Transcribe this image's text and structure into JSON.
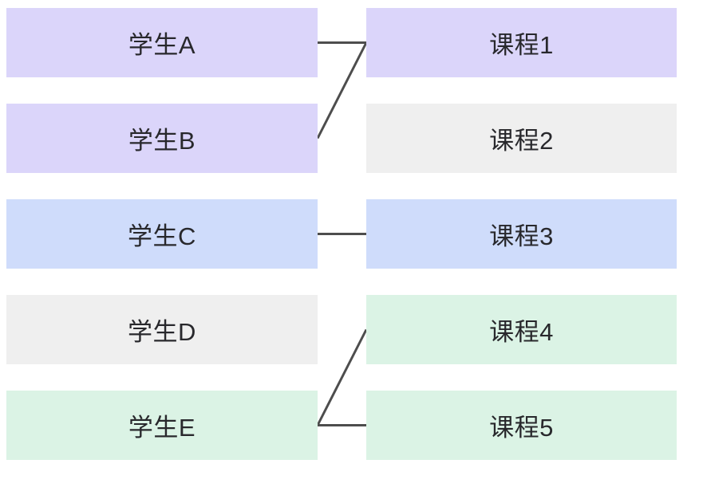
{
  "diagram": {
    "title": "students-courses-bipartite-matching",
    "text_color": "#28282c",
    "edge_color": "#4d4d4d",
    "left_column": [
      {
        "id": "studentA",
        "label": "学生A",
        "color": "#dbd5fa"
      },
      {
        "id": "studentB",
        "label": "学生B",
        "color": "#dbd5fa"
      },
      {
        "id": "studentC",
        "label": "学生C",
        "color": "#cfdcfb"
      },
      {
        "id": "studentD",
        "label": "学生D",
        "color": "#efefef"
      },
      {
        "id": "studentE",
        "label": "学生E",
        "color": "#dbf3e5"
      }
    ],
    "right_column": [
      {
        "id": "course1",
        "label": "课程1",
        "color": "#dbd5fa"
      },
      {
        "id": "course2",
        "label": "课程2",
        "color": "#efefef"
      },
      {
        "id": "course3",
        "label": "课程3",
        "color": "#cfdcfb"
      },
      {
        "id": "course4",
        "label": "课程4",
        "color": "#dbf3e5"
      },
      {
        "id": "course5",
        "label": "课程5",
        "color": "#dbf3e5"
      }
    ],
    "edges": [
      {
        "from": "studentA",
        "to": "course1"
      },
      {
        "from": "studentB",
        "to": "course1"
      },
      {
        "from": "studentC",
        "to": "course3"
      },
      {
        "from": "studentE",
        "to": "course4"
      },
      {
        "from": "studentE",
        "to": "course5"
      }
    ]
  }
}
